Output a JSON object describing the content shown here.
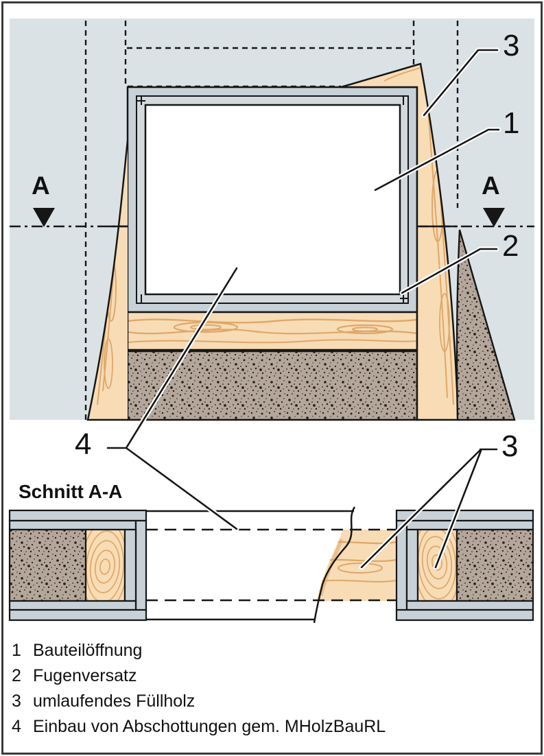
{
  "plan": {
    "section_marker": "A",
    "callouts": {
      "opening": "1",
      "joint_offset": "2",
      "fill_wood": "3"
    }
  },
  "section": {
    "title": "Schnitt A-A",
    "callouts": {
      "firestop": "4",
      "fill_wood": "3"
    }
  },
  "legend": {
    "items": [
      {
        "num": "1",
        "label": "Bauteilöffnung"
      },
      {
        "num": "2",
        "label": "Fugenversatz"
      },
      {
        "num": "3",
        "label": "umlaufendes Füllholz"
      },
      {
        "num": "4",
        "label": "Einbau von Abschottungen gem. MHolzBauRL"
      }
    ]
  },
  "colors": {
    "wall": "#dbe2e5",
    "board": "#c7d1d7",
    "board_light": "#d2dade",
    "wood": "#f7dcb6",
    "wood_grain": "#dfa768",
    "insulation": "#b4a69a",
    "line": "#161616"
  }
}
